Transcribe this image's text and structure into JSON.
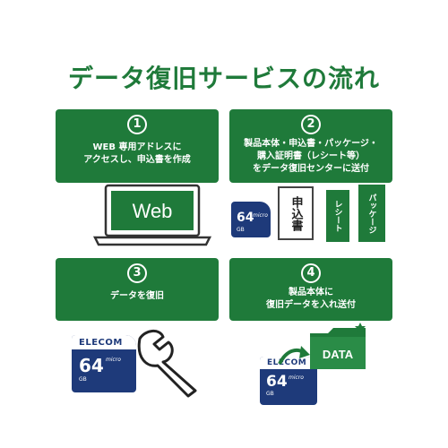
{
  "title": "データ復旧サービスの流れ",
  "steps": [
    {
      "num": "1",
      "line1": "WEB 専用アドレスに",
      "line2": "アクセスし、申込書を作成"
    },
    {
      "num": "2",
      "line1": "製品本体・申込書・パッケージ・",
      "line2": "購入証明書（レシート等）",
      "line3": "をデータ復旧センターに送付"
    },
    {
      "num": "3",
      "line1": "データを復旧"
    },
    {
      "num": "4",
      "line1": "製品本体に",
      "line2": "復旧データを入れ送付"
    }
  ],
  "laptop_label": "Web",
  "sd": {
    "brand": "ELECOM",
    "capacity": "64",
    "unit": "GB",
    "micro": "micro"
  },
  "docs": {
    "application": "申込書",
    "receipt": "レシート",
    "package": "パッケージ"
  },
  "folder_label": "DATA",
  "colors": {
    "green": "#1f7a3a",
    "navy": "#1e3a7a"
  }
}
